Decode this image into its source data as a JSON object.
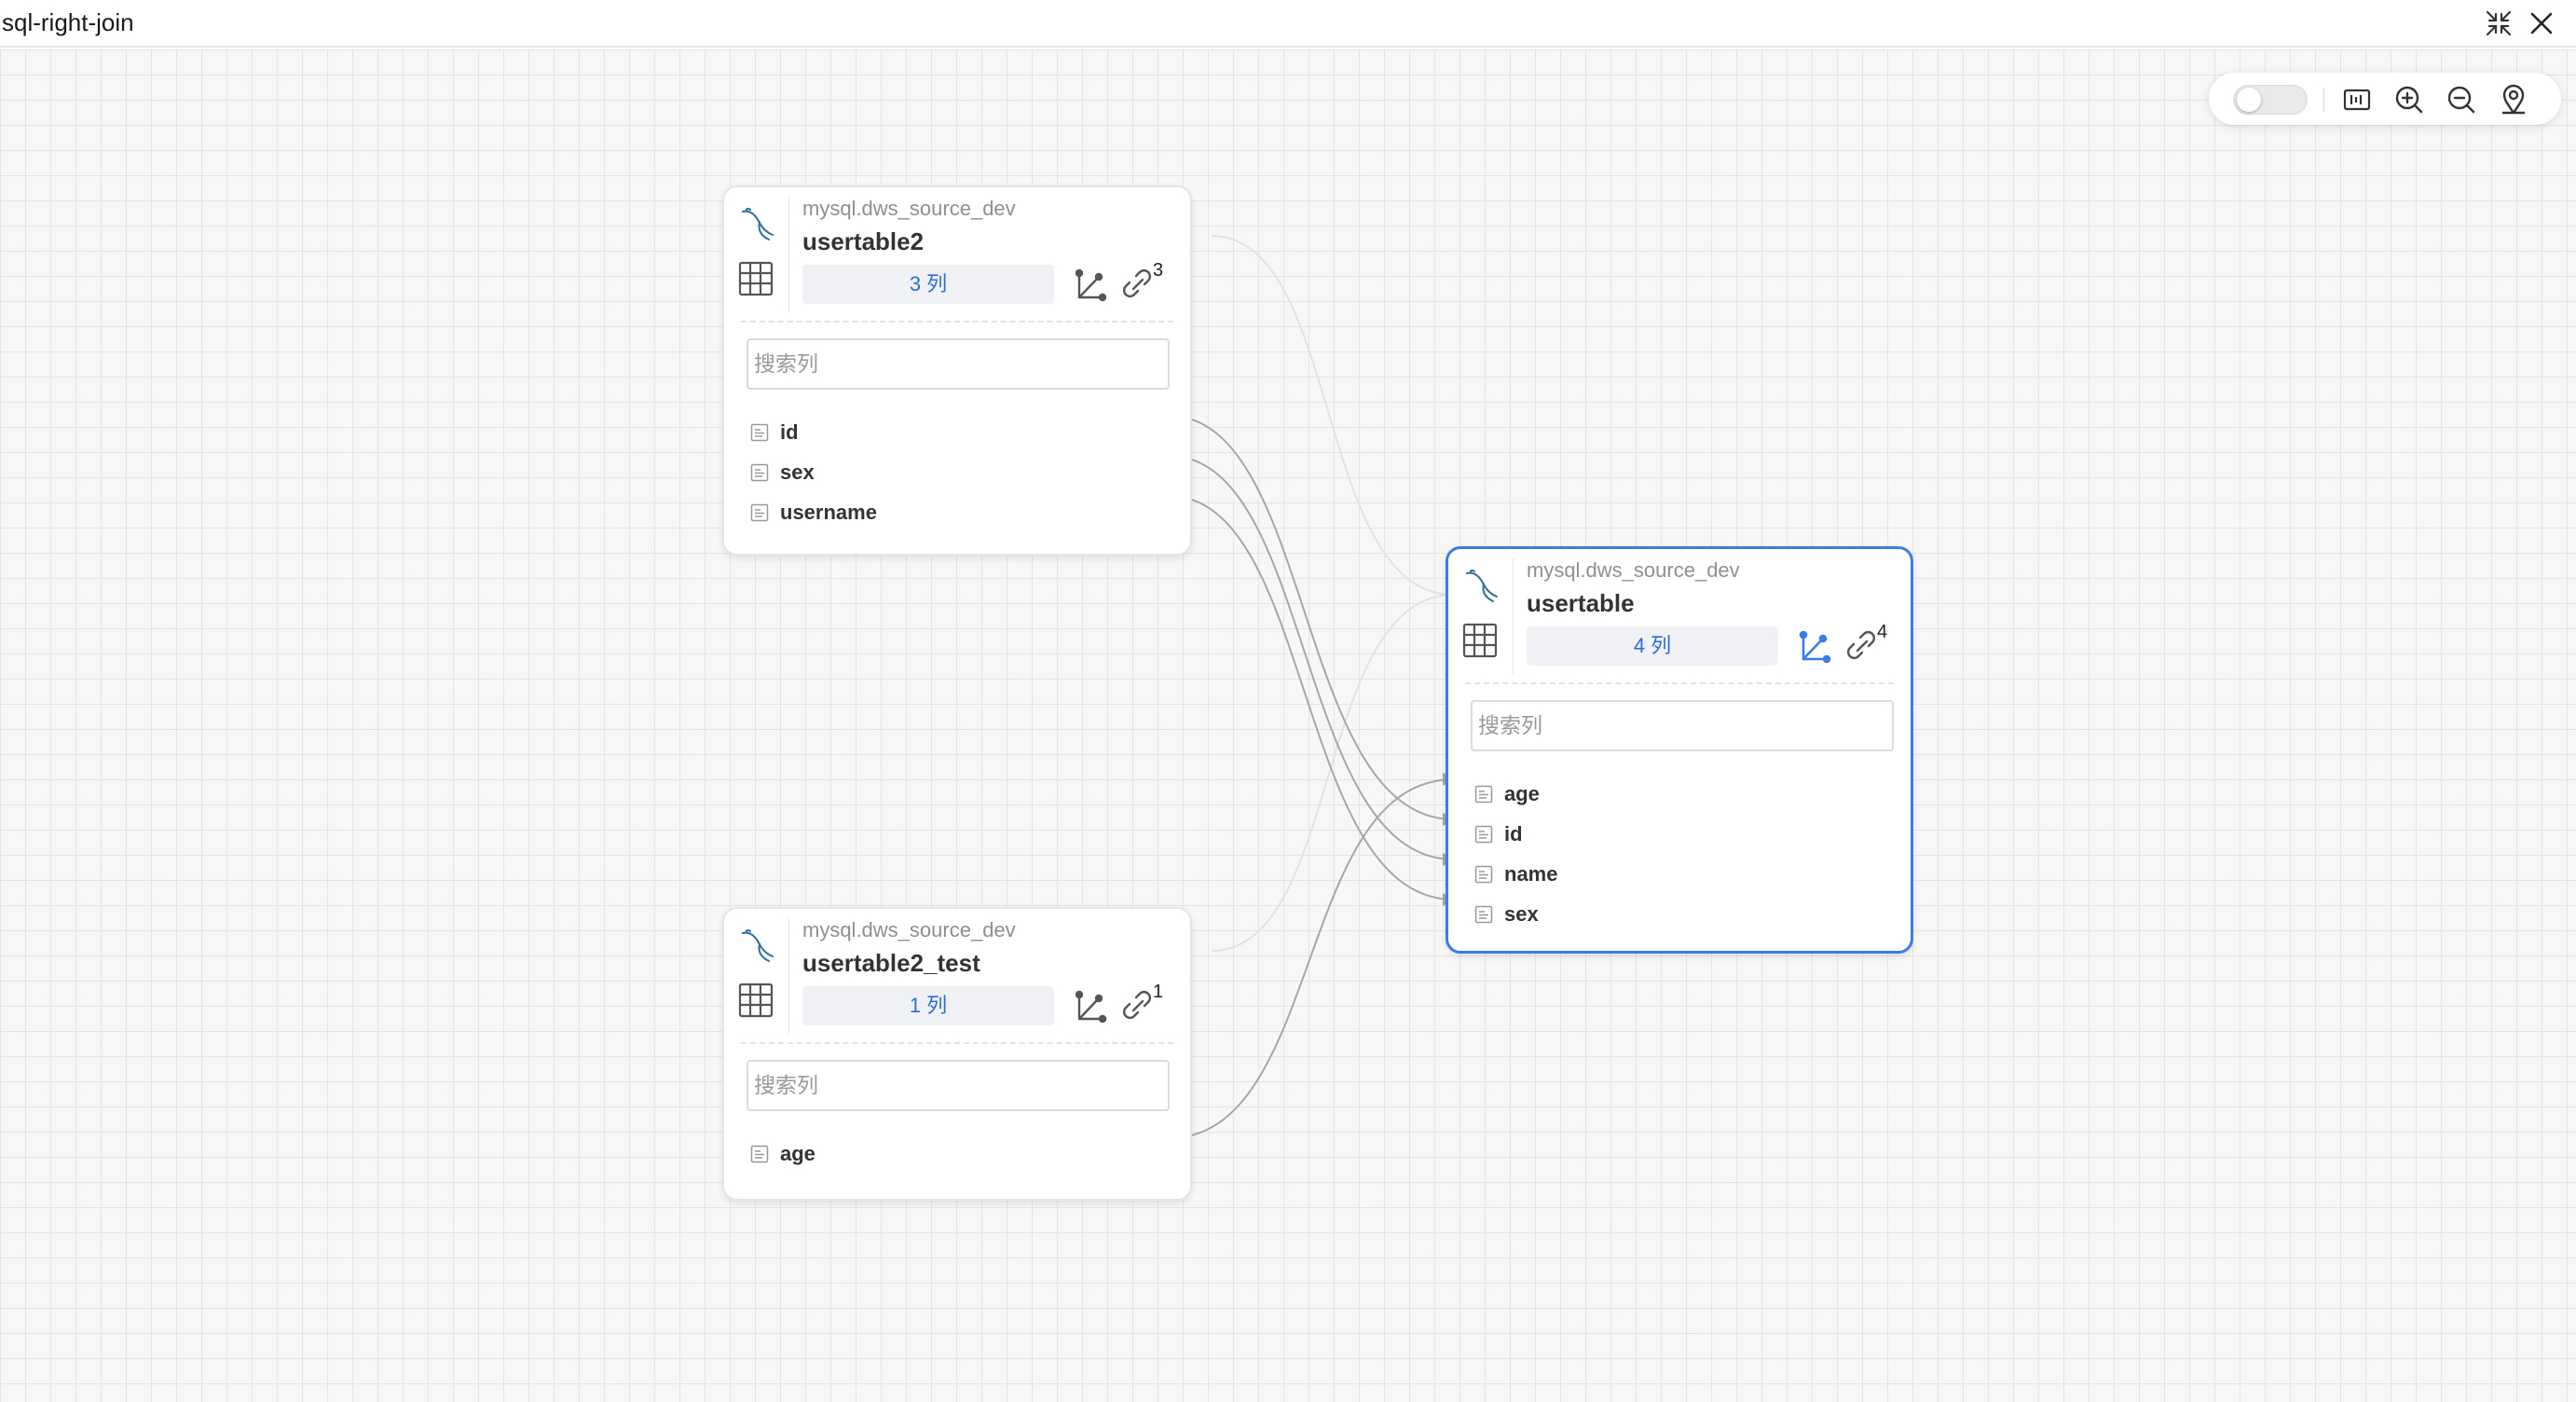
{
  "window": {
    "title": "sql-right-join"
  },
  "toolbar": {
    "toggle_on": false,
    "icons": [
      "minimap-icon",
      "zoom-in-icon",
      "zoom-out-icon",
      "locate-icon"
    ]
  },
  "nodes": [
    {
      "id": "usertable2",
      "source": "mysql.dws_source_dev",
      "name": "usertable2",
      "columns_label": "3 列",
      "link_count": "3",
      "search_placeholder": "搜索列",
      "fields": [
        "id",
        "sex",
        "username"
      ]
    },
    {
      "id": "usertable2_test",
      "source": "mysql.dws_source_dev",
      "name": "usertable2_test",
      "columns_label": "1 列",
      "link_count": "1",
      "search_placeholder": "搜索列",
      "fields": [
        "age"
      ]
    },
    {
      "id": "usertable",
      "source": "mysql.dws_source_dev",
      "name": "usertable",
      "columns_label": "4 列",
      "link_count": "4",
      "search_placeholder": "搜索列",
      "fields": [
        "age",
        "id",
        "name",
        "sex"
      ]
    }
  ],
  "colors": {
    "accent": "#3b7de8",
    "edge": "#a6a6a6"
  }
}
